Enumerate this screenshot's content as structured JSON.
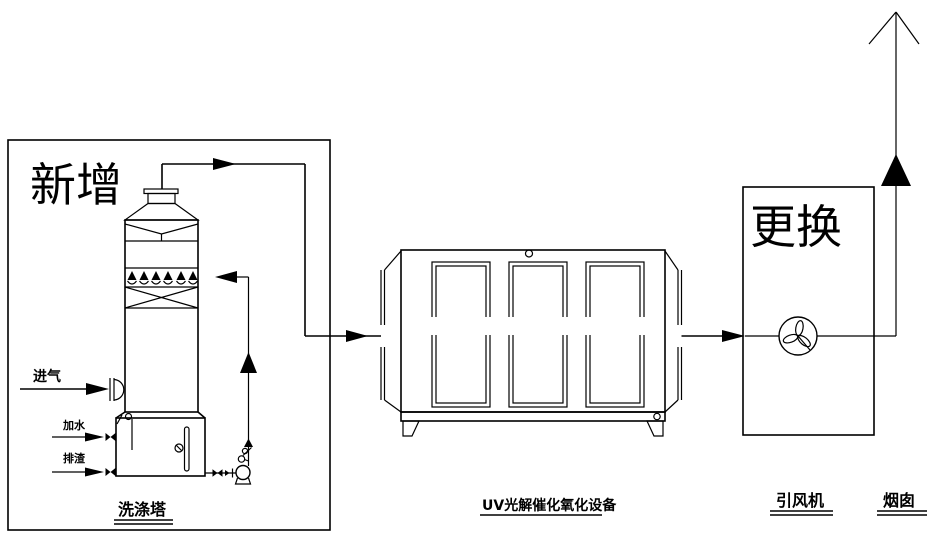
{
  "annotations": {
    "new_section": "新增",
    "replace_section": "更换"
  },
  "equipment_labels": {
    "scrubber": "洗涤塔",
    "uv_unit": "UV光解催化氧化设备",
    "fan": "引风机",
    "chimney": "烟囱"
  },
  "stream_labels": {
    "gas_inlet": "进气",
    "water_supply": "加水",
    "drain": "排渣"
  },
  "colors": {
    "line": "#000000",
    "background": "#ffffff"
  }
}
